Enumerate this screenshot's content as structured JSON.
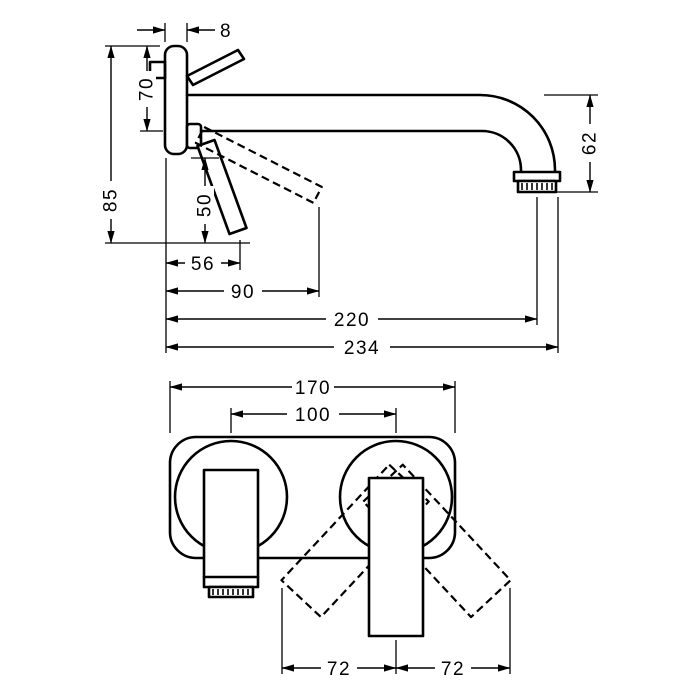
{
  "drawing": {
    "background": "#ffffff",
    "line_color": "#000000",
    "description": "Technical dimensional drawing of a wall-mounted single-lever basin mixer, side view and front view"
  },
  "side_view": {
    "label": "side-view",
    "dims": {
      "plate_thickness": "8",
      "height_70": "70",
      "height_85": "85",
      "handle_length": "50",
      "depth_56": "56",
      "depth_90": "90",
      "depth_220": "220",
      "depth_234": "234",
      "spout_drop": "62"
    }
  },
  "front_view": {
    "label": "front-view",
    "dims": {
      "plate_width": "170",
      "center_distance": "100",
      "swing_left": "72",
      "swing_right": "72"
    }
  }
}
